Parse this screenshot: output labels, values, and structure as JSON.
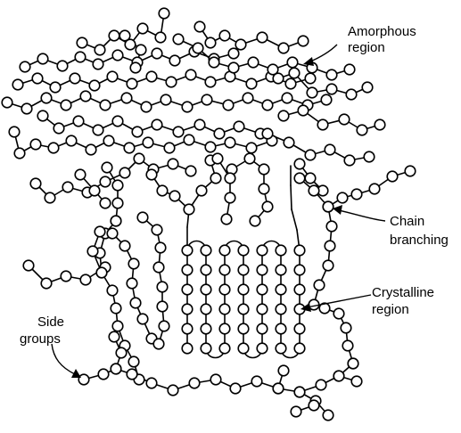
{
  "diagram": {
    "labels": {
      "amorphous_line1": "Amorphous",
      "amorphous_line2": "region",
      "branching_line1": "Chain",
      "branching_line2": "branching",
      "crystalline_line1": "Crystalline",
      "crystalline_line2": "region",
      "side_line1": "Side",
      "side_line2": "groups"
    },
    "colors": {
      "ink": "#000000",
      "background": "#ffffff",
      "atom_fill": "#ffffff"
    }
  }
}
